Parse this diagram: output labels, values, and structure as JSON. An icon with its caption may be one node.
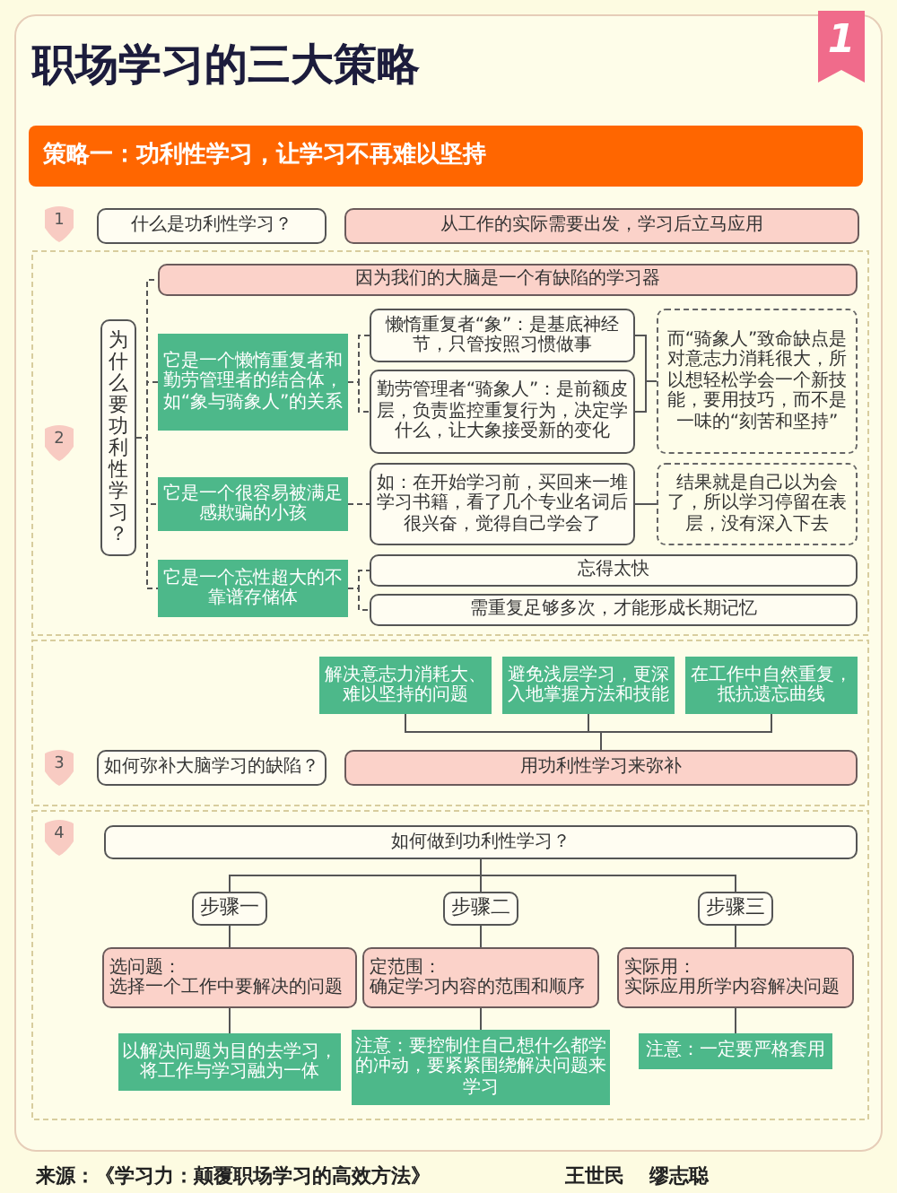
{
  "diagram": {
    "title": "职场学习的三大策略",
    "nodes": [
      {
        "text": [
          "1"
        ]
      },
      {
        "text": [
          "策略一：功利性学习，让学习不再难以坚持"
        ]
      },
      {
        "text": [
          "1"
        ]
      },
      {
        "text": [
          "什么是功利性学习？"
        ]
      },
      {
        "text": [
          "从工作的实际需要出发，学习后立马应用"
        ]
      },
      {
        "text": [
          "2"
        ]
      },
      {
        "text": [
          "为什么要功利性学习？"
        ]
      },
      {
        "text": [
          "因为我们的大脑是一个有缺陷的学习器"
        ]
      },
      {
        "text": [
          "它是一个懒惰重复者和勤劳管理者的结合体，如“象与骑象人”的关系"
        ]
      },
      {
        "text": [
          "懒惰重复者“象”：是基底神经节，只管按照习惯做事"
        ]
      },
      {
        "text": [
          "勤劳管理者“骑象人”：是前额皮层，负责监控重复行为，决定学什么，让大象接受新的变化"
        ]
      },
      {
        "text": [
          "而“骑象人”致命缺点是对意志力消耗很大，所以想轻松学会一个新技能，要用技巧，而不是一味的“刻苦和坚持”"
        ]
      },
      {
        "text": [
          "它是一个很容易被满足感欺骗的小孩"
        ]
      },
      {
        "text": [
          "如：在开始学习前，买回来一堆学习书籍，看了几个专业名词后很兴奋，觉得自己学会了"
        ]
      },
      {
        "text": [
          "结果就是自己以为会了，所以学习停留在表层，没有深入下去"
        ]
      },
      {
        "text": [
          "它是一个忘性超大的不靠谱存储体"
        ]
      },
      {
        "text": [
          "忘得太快"
        ]
      },
      {
        "text": [
          "需重复足够多次，才能形成长期记忆"
        ]
      },
      {
        "text": [
          "解决意志力消耗大、难以坚持的问题"
        ]
      },
      {
        "text": [
          "避免浅层学习，更深入地掌握方法和技能"
        ]
      },
      {
        "text": [
          "在工作中自然重复，抵抗遗忘曲线"
        ]
      },
      {
        "text": [
          "3"
        ]
      },
      {
        "text": [
          "如何弥补大脑学习的缺陷？"
        ]
      },
      {
        "text": [
          "用功利性学习来弥补"
        ]
      },
      {
        "text": [
          "4"
        ]
      },
      {
        "text": [
          "如何做到功利性学习？"
        ]
      },
      {
        "text": [
          "步骤一"
        ]
      },
      {
        "text": [
          "步骤二"
        ]
      },
      {
        "text": [
          "步骤三"
        ]
      },
      {
        "text": [
          "选问题：",
          "选择一个工作中要解决的问题"
        ]
      },
      {
        "text": [
          "定范围：",
          "确定学习内容的范围和顺序"
        ]
      },
      {
        "text": [
          "实际用：",
          "实际应用所学内容解决问题"
        ]
      },
      {
        "text": [
          "以解决问题为目的去学习，将工作与学习融为一体"
        ]
      },
      {
        "text": [
          "注意：要控制住自己想什么都学的冲动，要紧紧围绕解决问题来学习"
        ]
      },
      {
        "text": [
          "注意：一定要严格套用"
        ]
      }
    ],
    "edges": [
      {
        "from": 6,
        "to": 7,
        "arrow": "none",
        "style": "dashed"
      },
      {
        "from": 6,
        "to": 8,
        "arrow": "none",
        "style": "dashed"
      },
      {
        "from": 6,
        "to": 12,
        "arrow": "none",
        "style": "dashed"
      },
      {
        "from": 6,
        "to": 15,
        "arrow": "none",
        "style": "dashed"
      },
      {
        "from": 8,
        "to": 9,
        "arrow": "none",
        "style": "dashed"
      },
      {
        "from": 8,
        "to": 10,
        "arrow": "none",
        "style": "dashed"
      },
      {
        "from": 9,
        "to": 11,
        "arrow": "none"
      },
      {
        "from": 10,
        "to": 11,
        "arrow": "none"
      },
      {
        "from": 12,
        "to": 13,
        "arrow": "none",
        "style": "dashed"
      },
      {
        "from": 13,
        "to": 14,
        "arrow": "none"
      },
      {
        "from": 15,
        "to": 16,
        "arrow": "none",
        "style": "dashed"
      },
      {
        "from": 15,
        "to": 17,
        "arrow": "none",
        "style": "dashed"
      },
      {
        "from": 18,
        "to": 23,
        "arrow": "none"
      },
      {
        "from": 19,
        "to": 23,
        "arrow": "none"
      },
      {
        "from": 20,
        "to": 23,
        "arrow": "none"
      },
      {
        "from": 25,
        "to": 26,
        "arrow": "none"
      },
      {
        "from": 25,
        "to": 27,
        "arrow": "none"
      },
      {
        "from": 25,
        "to": 28,
        "arrow": "none"
      },
      {
        "from": 26,
        "to": 29,
        "arrow": "none"
      },
      {
        "from": 27,
        "to": 30,
        "arrow": "none"
      },
      {
        "from": 28,
        "to": 31,
        "arrow": "none"
      },
      {
        "from": 29,
        "to": 32,
        "arrow": "none"
      },
      {
        "from": 30,
        "to": 33,
        "arrow": "none"
      },
      {
        "from": 31,
        "to": 34,
        "arrow": "none"
      }
    ],
    "labels": [
      "来源：《学习力：颠覆职场学习的高效方法》",
      "王世民",
      "缪志聪"
    ]
  }
}
